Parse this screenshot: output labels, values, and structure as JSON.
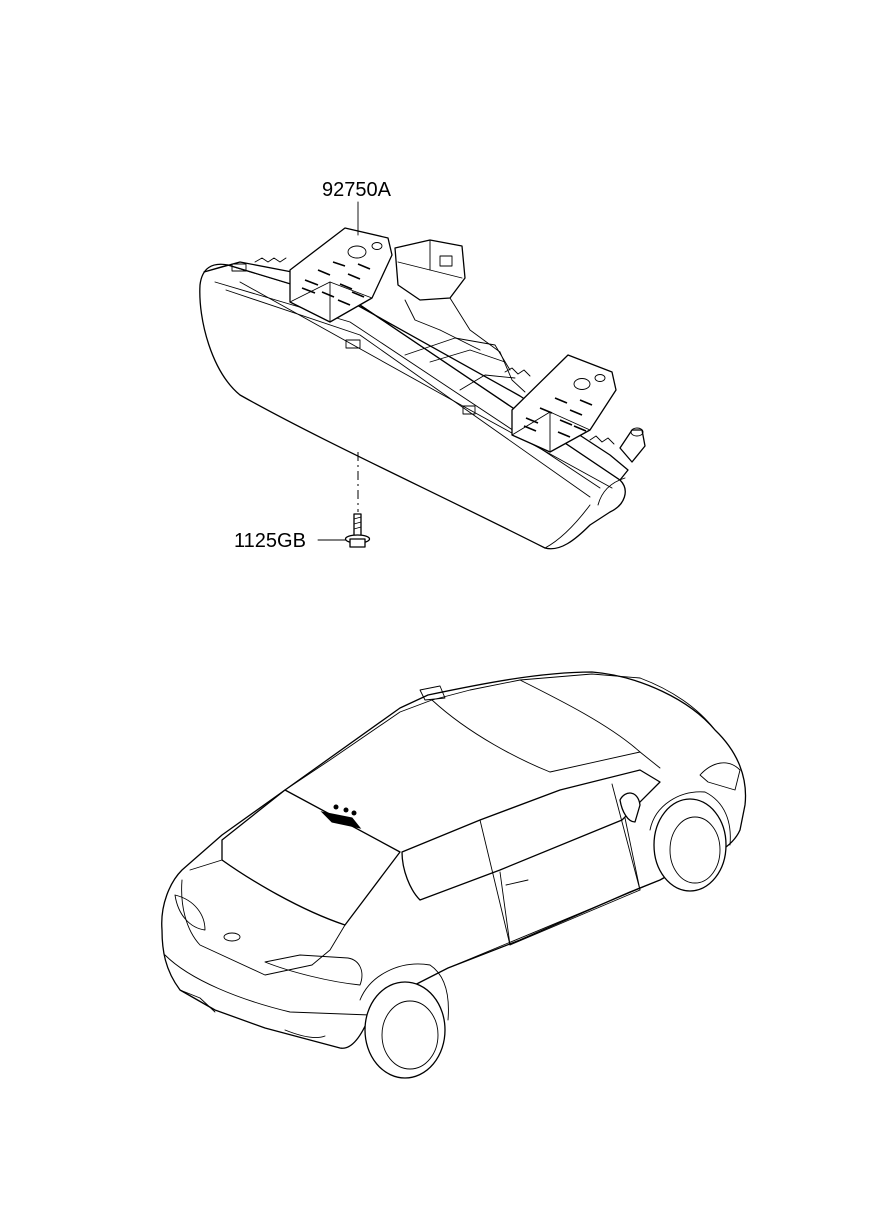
{
  "parts": [
    {
      "part_number": "92750A",
      "description": ""
    },
    {
      "part_number": "1125GB",
      "description": ""
    }
  ],
  "icons": {
    "lamp": "high-mount-stop-lamp-drawing",
    "screw": "screw-drawing",
    "car": "vehicle-locator-drawing"
  },
  "colors": {
    "ink": "#000000",
    "paper": "#ffffff"
  }
}
